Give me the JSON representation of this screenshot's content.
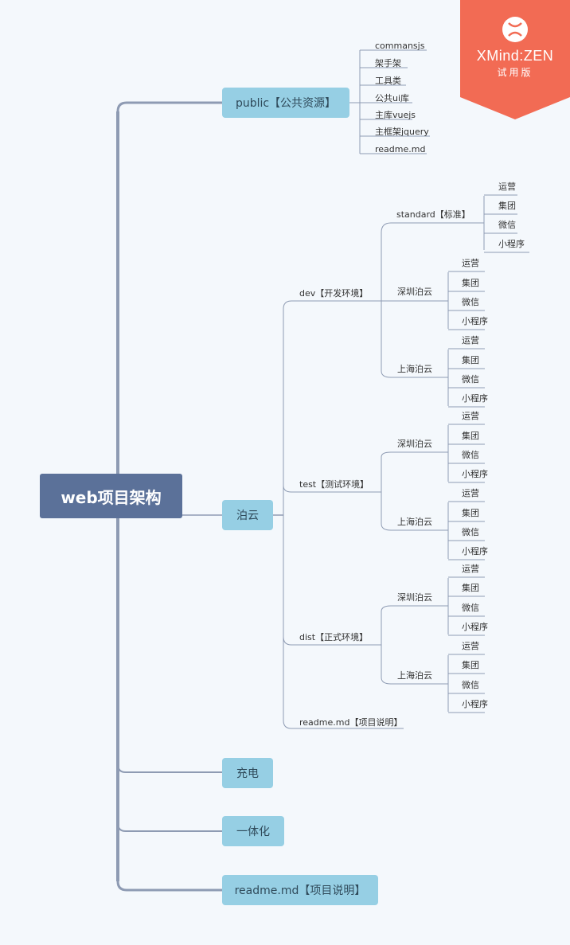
{
  "root": {
    "label": "web项目架构"
  },
  "branches": {
    "public": {
      "label": "public【公共资源】",
      "children": [
        "commansjs",
        "架手架",
        "工具类",
        "公共ui库",
        "主库vuejs",
        "主框架jquery",
        "readme.md"
      ]
    },
    "boyun": {
      "label": "泊云",
      "env_dev": {
        "label": "dev【开发环境】",
        "standard": "standard【标准】",
        "shenzhen": "深圳泊云",
        "shanghai": "上海泊云"
      },
      "env_test": {
        "label": "test【测试环境】",
        "shenzhen": "深圳泊云",
        "shanghai": "上海泊云"
      },
      "env_dist": {
        "label": "dist【正式环境】",
        "shenzhen": "深圳泊云",
        "shanghai": "上海泊云"
      },
      "readme": "readme.md【项目说明】",
      "leaves": [
        "运营",
        "集团",
        "微信",
        "小程序"
      ]
    },
    "charging": {
      "label": "充电"
    },
    "integration": {
      "label": "一体化"
    },
    "readme": {
      "label": "readme.md【项目说明】"
    }
  },
  "watermark": {
    "brand": "XMind:ZEN",
    "edition": "试用版",
    "icon": "x-logo-icon",
    "color": "#f26b54"
  }
}
